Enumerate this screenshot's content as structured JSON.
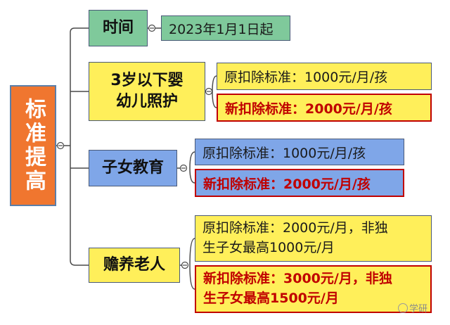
{
  "root": {
    "label": "标准提高"
  },
  "branches": {
    "time": {
      "label": "时间",
      "value": "2023年1月1日起"
    },
    "infant": {
      "label": "3岁以下婴\n幼儿照护",
      "old": "原扣除标准：1000元/月/孩",
      "new": "新扣除标准：2000元/月/孩"
    },
    "education": {
      "label": "子女教育",
      "old": "原扣除标准：1000元/月/孩",
      "new": "新扣除标准：2000元/月/孩"
    },
    "elderly": {
      "label": "赡养老人",
      "old": "原扣除标准：2000元/月，非独\n生子女最高1000元/月",
      "new": "新扣除标准：3000元/月，非独\n生子女最高1500元/月"
    }
  },
  "colors": {
    "root": "#f0762f",
    "green": "#7fc99b",
    "yellow": "#ffef5a",
    "blue": "#7fa6e8",
    "new_text": "#c00000",
    "line": "#4a4a4a"
  },
  "watermark": {
    "icon": "weibo-icon",
    "text": "学研"
  }
}
